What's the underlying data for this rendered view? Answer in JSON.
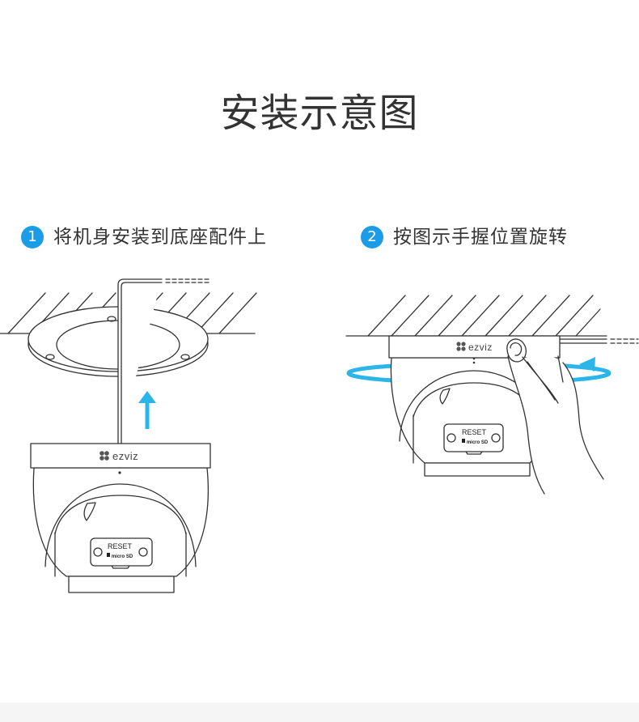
{
  "title": "安装示意图",
  "steps": [
    {
      "number": "1",
      "label": "将机身安装到底座配件上"
    },
    {
      "number": "2",
      "label": "按图示手握位置旋转"
    }
  ],
  "camera": {
    "brand": "ezviz",
    "reset_label": "RESET",
    "sd_label": "micro SD"
  },
  "colors": {
    "accent": "#1a9de6",
    "arrow": "#2bb5e8",
    "line": "#333333",
    "footer": "#f5f5f5"
  },
  "icons": [
    "up-arrow-icon",
    "rotate-arrow-icon",
    "ezviz-logo-icon",
    "sd-card-icon",
    "hand-icon"
  ]
}
